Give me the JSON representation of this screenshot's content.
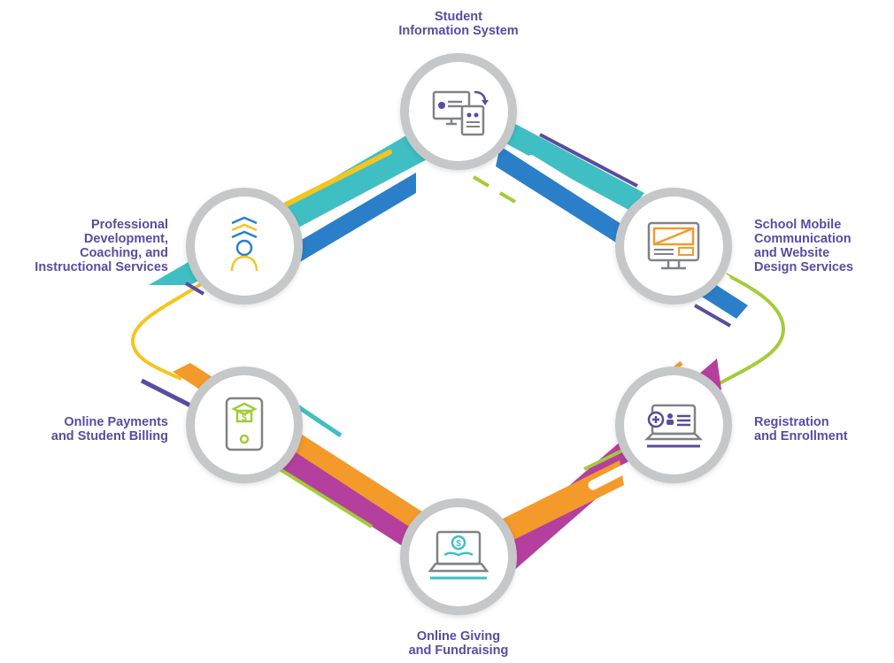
{
  "nodes": {
    "sis": {
      "label": "Student\nInformation System",
      "icon": "student-information-system-icon"
    },
    "mobile": {
      "label": "School Mobile\nCommunication\nand Website\nDesign Services",
      "icon": "website-design-icon"
    },
    "registration": {
      "label": "Registration\nand Enrollment",
      "icon": "registration-enrollment-icon"
    },
    "giving": {
      "label": "Online Giving\nand Fundraising",
      "icon": "online-giving-icon"
    },
    "payments": {
      "label": "Online Payments\nand Student Billing",
      "icon": "online-payments-icon"
    },
    "pd": {
      "label": "Professional\nDevelopment,\nCoaching, and\nInstructional Services",
      "icon": "professional-development-icon"
    }
  },
  "colors": {
    "label_text": "#5b4ba0",
    "teal": "#3fbfc3",
    "blue": "#2b7fc9",
    "purple": "#5b4ba0",
    "magenta": "#b53f9e",
    "orange": "#f39a2b",
    "yellow": "#f5c51d",
    "green": "#a4cb3a",
    "ring": "#c6c7c9"
  }
}
